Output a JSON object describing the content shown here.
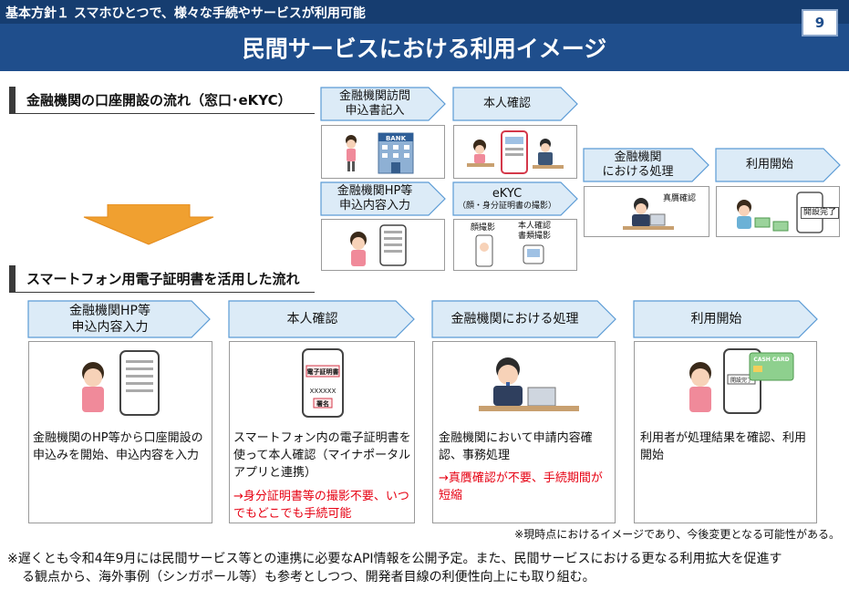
{
  "header": {
    "policy": "基本方針１ スマホひとつで、様々な手続やサービスが利用可能",
    "title": "民間サービスにおける利用イメージ",
    "page_number": "9"
  },
  "section_counter": {
    "heading": "金融機関の口座開設の流れ（窓口･eKYC）",
    "steps": {
      "visit": {
        "line1": "金融機関訪問",
        "line2": "申込書記入"
      },
      "identity": {
        "label": "本人確認"
      },
      "hp": {
        "line1": "金融機関HP等",
        "line2": "申込内容入力"
      },
      "ekyc": {
        "label": "eKYC",
        "sub": "（顔・身分証明書の撮影）"
      },
      "processing": {
        "line1": "金融機関",
        "line2": "における処理"
      },
      "start": {
        "label": "利用開始"
      }
    },
    "image_labels": {
      "bank": "BANK",
      "face_photo": "顔撮影",
      "id_doc_line1": "本人確認",
      "id_doc_line2": "書類撮影",
      "authenticity": "真贋確認",
      "account_opened": "開設完了"
    }
  },
  "section_smartphone": {
    "heading": "スマートフォン用電子証明書を活用した流れ",
    "cards": [
      {
        "step_line1": "金融機関HP等",
        "step_line2": "申込内容入力",
        "desc": "金融機関のHP等から口座開設の申込みを開始、申込内容を入力",
        "note": ""
      },
      {
        "step_line1": "本人確認",
        "step_line2": "",
        "desc": "スマートフォン内の電子証明書を使って本人確認（マイナポータルアプリと連携）",
        "note": "→身分証明書等の撮影不要、いつでもどこでも手続可能"
      },
      {
        "step_line1": "金融機関における処理",
        "step_line2": "",
        "desc": "金融機関において申請内容確認、事務処理",
        "note": "→真贋確認が不要、手続期間が短縮"
      },
      {
        "step_line1": "利用開始",
        "step_line2": "",
        "desc": "利用者が処理結果を確認、利用開始",
        "note": ""
      }
    ],
    "phone_labels": {
      "certificate": "電子証明書",
      "xxxxxx": "XXXXXX",
      "signature": "署名",
      "account_opened": "開設完了",
      "cash_card": "CASH CARD"
    }
  },
  "notes": {
    "current": "※現時点におけるイメージであり、今後変更となる可能性がある。",
    "footnote_line1": "※遅くとも令和4年9月には民間サービス等との連携に必要なAPI情報を公開予定。また、民間サービスにおける更なる利用拡大を促進す",
    "footnote_line2": "る観点から、海外事例（シンガポール等）も参考としつつ、開発者目線の利便性向上にも取り組む。"
  },
  "colors": {
    "header_bg": "#1f4e8c",
    "chevron_fill": "#dcebf7",
    "chevron_border": "#5b9bd5",
    "arrow_orange": "#f0a030",
    "note_red": "#e60012"
  }
}
